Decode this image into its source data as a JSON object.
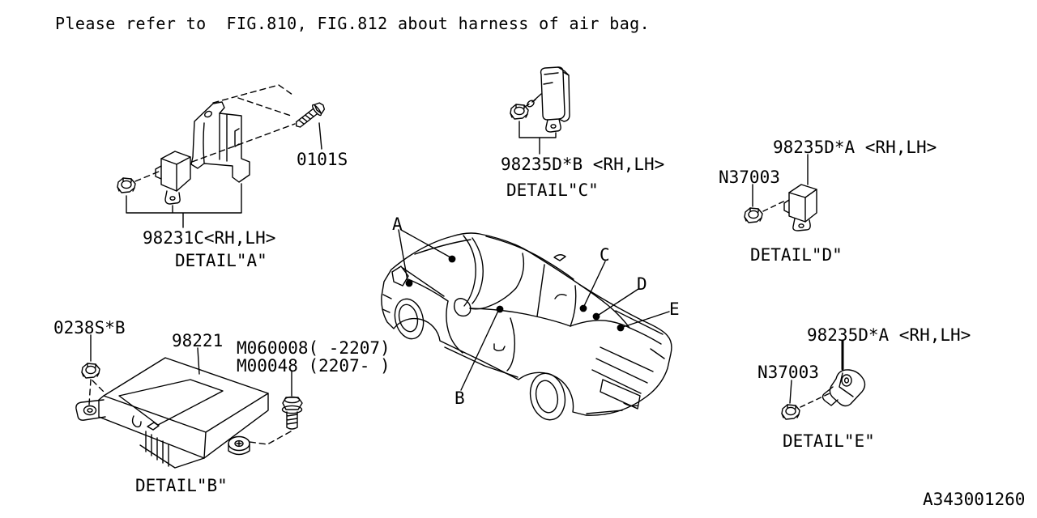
{
  "note": "Please refer to  FIG.810, FIG.812 about harness of air bag.",
  "doc_number": "A343001260",
  "car": {
    "labels": {
      "a": "A",
      "b": "B",
      "c": "C",
      "d": "D",
      "e": "E"
    }
  },
  "details": {
    "a": {
      "title": "DETAIL\"A\"",
      "part_bracket": "98231C<RH,LH>",
      "part_screw": "0101S"
    },
    "b": {
      "title": "DETAIL\"B\"",
      "part_nut": "0238S*B",
      "part_module": "98221",
      "part_bolt_old": "M060008( -2207)",
      "part_bolt_new": "M00048 (2207- )"
    },
    "c": {
      "title": "DETAIL\"C\"",
      "part_sensor": "98235D*B <RH,LH>"
    },
    "d": {
      "title": "DETAIL\"D\"",
      "part_sensor": "98235D*A <RH,LH>",
      "part_nut": "N37003"
    },
    "e": {
      "title": "DETAIL\"E\"",
      "part_sensor": "98235D*A <RH,LH>",
      "part_nut": "N37003"
    }
  }
}
